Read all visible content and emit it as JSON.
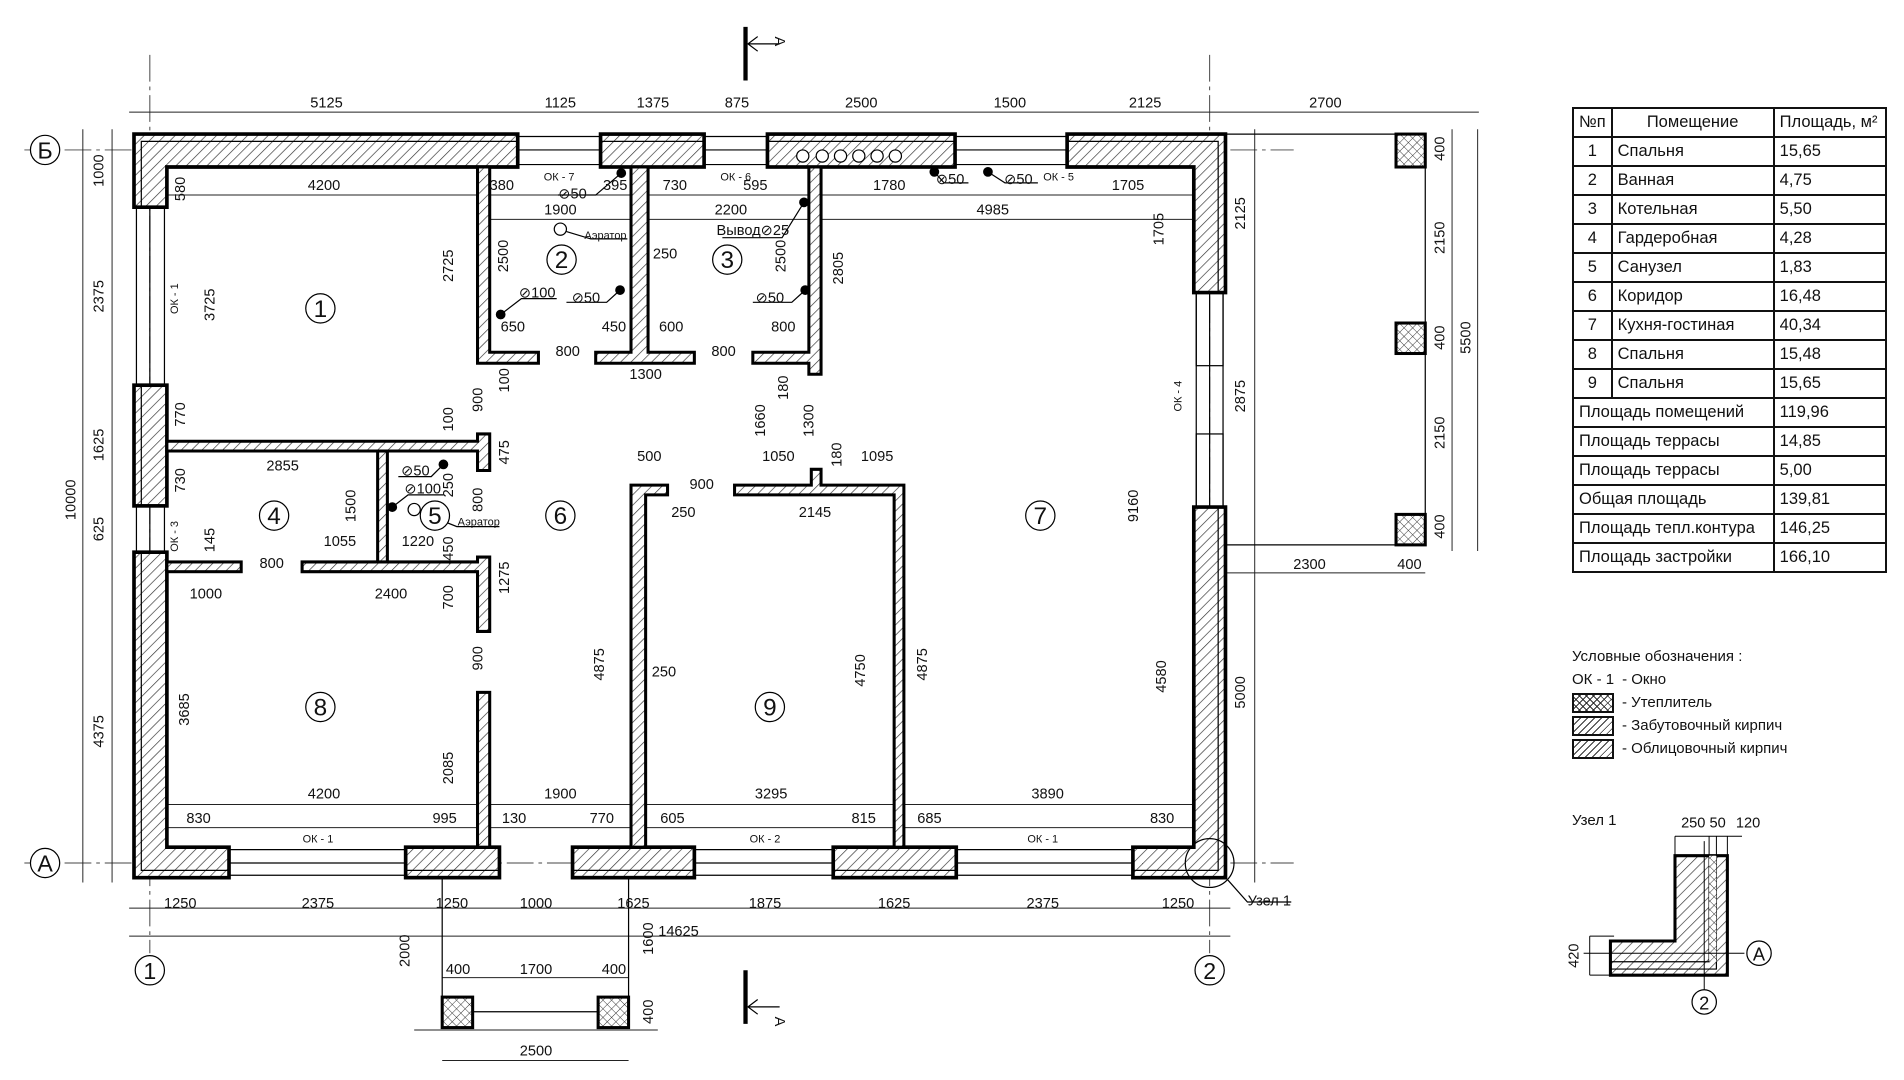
{
  "plan": {
    "axes": {
      "top": "Б",
      "bottom": "А",
      "left": "1",
      "right": "2"
    },
    "section_mark": "А",
    "node_callout": "Узел 1",
    "window_labels": [
      "ОК - 7",
      "ОК - 6",
      "ОК - 5",
      "ОК - 1",
      "ОК - 3",
      "ОК - 4",
      "ОК - 1",
      "ОК - 2",
      "ОК - 1"
    ],
    "pipe_labels": [
      "⊘50",
      "⊘50",
      "⊘50",
      "Аэратор",
      "Вывод⊘25",
      "⊘100",
      "⊘50",
      "⊘50",
      "⊘50",
      "⊘100",
      "Аэратор"
    ],
    "dimensions": [
      "5125",
      "1125",
      "1375",
      "875",
      "2500",
      "1500",
      "2125",
      "2700",
      "4200",
      "380",
      "395",
      "730",
      "595",
      "1780",
      "1705",
      "1900",
      "2200",
      "4985",
      "580",
      "2725",
      "2500",
      "250",
      "2500",
      "2805",
      "1705",
      "2125",
      "3725",
      "2375",
      "1000",
      "770",
      "1625",
      "625",
      "10000",
      "4375",
      "730",
      "145",
      "1500",
      "250",
      "800",
      "475",
      "100",
      "900",
      "100",
      "1660",
      "180",
      "1300",
      "180",
      "450",
      "1275",
      "700",
      "900",
      "4875",
      "250",
      "4750",
      "4875",
      "9160",
      "4580",
      "2875",
      "5000",
      "3685",
      "2085",
      "400",
      "2150",
      "400",
      "2150",
      "400",
      "5500",
      "650",
      "450",
      "600",
      "800",
      "800",
      "800",
      "1300",
      "2855",
      "500",
      "900",
      "1050",
      "1095",
      "250",
      "2145",
      "1055",
      "1220",
      "800",
      "1000",
      "2400",
      "2300",
      "400",
      "4200",
      "1900",
      "3295",
      "3890",
      "830",
      "995",
      "130",
      "770",
      "605",
      "815",
      "685",
      "830",
      "1250",
      "2375",
      "1250",
      "1000",
      "1625",
      "1875",
      "1625",
      "2375",
      "1250",
      "14625",
      "2000",
      "1600",
      "400",
      "1700",
      "400",
      "400",
      "2500"
    ]
  },
  "table": {
    "headers": [
      "№п",
      "Помещение",
      "Площадь, м²"
    ],
    "rooms": [
      {
        "num": "1",
        "name": "Спальня",
        "area": "15,65"
      },
      {
        "num": "2",
        "name": "Ванная",
        "area": "4,75"
      },
      {
        "num": "3",
        "name": "Котельная",
        "area": "5,50"
      },
      {
        "num": "4",
        "name": "Гардеробная",
        "area": "4,28"
      },
      {
        "num": "5",
        "name": "Санузел",
        "area": "1,83"
      },
      {
        "num": "6",
        "name": "Коридор",
        "area": "16,48"
      },
      {
        "num": "7",
        "name": "Кухня-гостиная",
        "area": "40,34"
      },
      {
        "num": "8",
        "name": "Спальня",
        "area": "15,48"
      },
      {
        "num": "9",
        "name": "Спальня",
        "area": "15,65"
      }
    ],
    "totals": [
      {
        "label": "Площадь помещений",
        "value": "119,96"
      },
      {
        "label": "Площадь террасы",
        "value": "14,85"
      },
      {
        "label": "Площадь террасы",
        "value": "5,00"
      },
      {
        "label": "Общая площадь",
        "value": "139,81"
      },
      {
        "label": "Площадь тепл.контура",
        "value": "146,25"
      },
      {
        "label": "Площадь застройки",
        "value": "166,10"
      }
    ]
  },
  "legend": {
    "title": "Условные обозначения :",
    "window_code": "ОК - 1",
    "window_desc": "- Окно",
    "items": [
      {
        "pattern": "crosshatch",
        "label": "- Утеплитель"
      },
      {
        "pattern": "hatch",
        "label": "- Забутовочный кирпич"
      },
      {
        "pattern": "hatch",
        "label": "- Облицовочный кирпич"
      }
    ]
  },
  "node": {
    "title": "Узел 1",
    "dims": [
      "250",
      "50",
      "120",
      "420"
    ],
    "axis_a": "А",
    "axis_2": "2"
  }
}
